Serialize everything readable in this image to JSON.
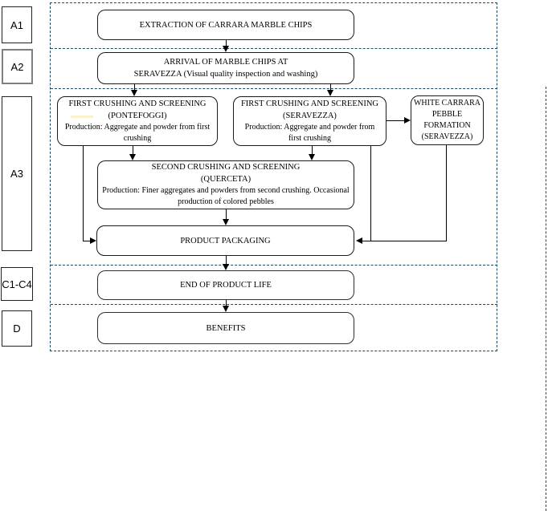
{
  "stage_labels": [
    {
      "id": "A1"
    },
    {
      "id": "A2"
    },
    {
      "id": "A3"
    },
    {
      "id": "C1-C4"
    },
    {
      "id": "D"
    }
  ],
  "nodes": {
    "extraction": {
      "title": "EXTRACTION OF CARRARA MARBLE CHIPS"
    },
    "arrival": {
      "line1": "ARRIVAL OF MARBLE CHIPS AT",
      "line2": "SERAVEZZA (Visual quality inspection and washing)"
    },
    "first_crushing_pontefoggi": {
      "title": "FIRST CRUSHING AND SCREENING",
      "subtitle": "(PONTEFOGGI)",
      "production": "Production: Aggregate and powder from first crushing"
    },
    "first_crushing_seravezza": {
      "title": "FIRST CRUSHING AND SCREENING",
      "subtitle": "(SERAVEZZA)",
      "production": "Production: Aggregate and powder from first crushing"
    },
    "white_carrara_pebble": {
      "line1": "WHITE CARRARA",
      "line2": "PEBBLE",
      "line3": "FORMATION",
      "line4": "(SERAVEZZA)"
    },
    "second_crushing": {
      "title": "SECOND CRUSHING AND SCREENING",
      "subtitle": "(QUERCETA)",
      "production": "Production: Finer aggregates and powders from second crushing. Occasional production of colored pebbles"
    },
    "product_packaging": {
      "title": "PRODUCT PACKAGING"
    },
    "end_of_product_life": {
      "title": "END OF PRODUCT LIFE"
    },
    "benefits": {
      "title": "BENEFITS"
    }
  },
  "colors": {
    "section_dashed_border": "#1b4a63",
    "node_border": "#1a1a1a",
    "connector": "#000000",
    "stage_a2_border": "#7f7f7f",
    "highlight_mark": "#fbf2cd"
  }
}
